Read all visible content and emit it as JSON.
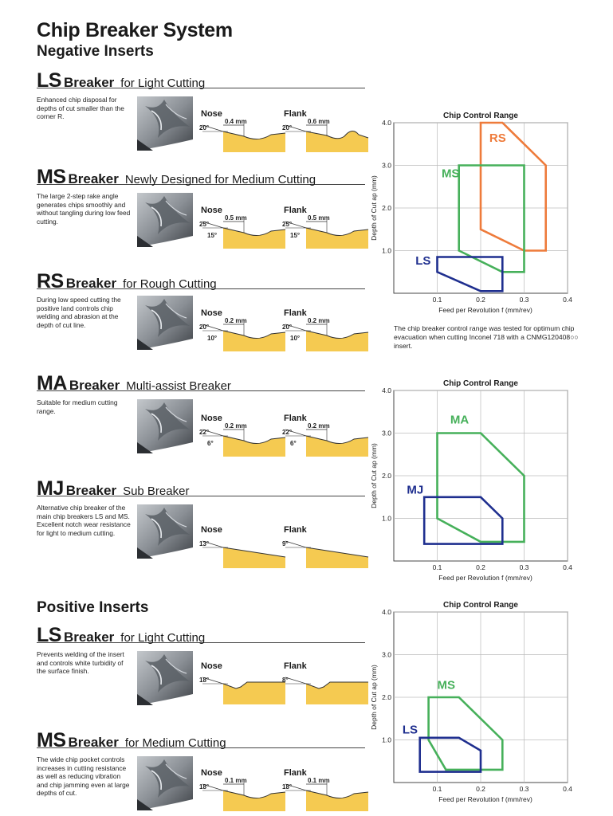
{
  "page": {
    "title": "Chip Breaker System",
    "negative_title": "Negative Inserts",
    "positive_title": "Positive Inserts",
    "breaker_word": "Breaker",
    "nose_label": "Nose",
    "flank_label": "Flank"
  },
  "breakers": [
    {
      "code": "LS",
      "subtitle": "for Light Cutting",
      "description": "Enhanced chip disposal for depths of cut smaller than the corner R.",
      "nose": {
        "angle1": "20°",
        "angle2": "",
        "land": "0.4 mm"
      },
      "flank": {
        "angle1": "20°",
        "angle2": "",
        "land": "0.6 mm"
      }
    },
    {
      "code": "MS",
      "subtitle": "Newly Designed for Medium Cutting",
      "description": "The large 2-step rake angle generates chips smoothly and without tangling during low feed cutting.",
      "nose": {
        "angle1": "25°",
        "angle2": "15°",
        "land": "0.5 mm"
      },
      "flank": {
        "angle1": "25°",
        "angle2": "15°",
        "land": "0.5 mm"
      }
    },
    {
      "code": "RS",
      "subtitle": "for Rough Cutting",
      "description": "During low speed cutting the positive land controls chip welding and abrasion at the depth of cut line.",
      "nose": {
        "angle1": "20°",
        "angle2": "10°",
        "land": "0.2 mm"
      },
      "flank": {
        "angle1": "20°",
        "angle2": "10°",
        "land": "0.2 mm"
      }
    },
    {
      "code": "MA",
      "subtitle": "Multi-assist Breaker",
      "description": "Suitable for medium cutting range.",
      "nose": {
        "angle1": "22°",
        "angle2": "6°",
        "land": "0.2 mm"
      },
      "flank": {
        "angle1": "22°",
        "angle2": "6°",
        "land": "0.2 mm"
      }
    },
    {
      "code": "MJ",
      "subtitle": "Sub Breaker",
      "description": "Alternative chip breaker of the main chip breakers LS and MS. Excellent notch wear resistance for light to medium cutting.",
      "nose": {
        "angle1": "13°",
        "angle2": "",
        "land": ""
      },
      "flank": {
        "angle1": "9°",
        "angle2": "",
        "land": ""
      }
    },
    {
      "code": "LS",
      "subtitle": "for Light Cutting",
      "description": "Prevents welding of the insert and controls white turbidity of the surface finish.",
      "nose": {
        "angle1": "18°",
        "angle2": "",
        "land": ""
      },
      "flank": {
        "angle1": "8°",
        "angle2": "",
        "land": ""
      }
    },
    {
      "code": "MS",
      "subtitle": "for Medium Cutting",
      "description": "The wide chip pocket controls increases in cutting resistance as well as reducing vibration and chip jamming even at large depths of cut.",
      "nose": {
        "angle1": "18°",
        "angle2": "",
        "land": "0.1 mm"
      },
      "flank": {
        "angle1": "18°",
        "angle2": "",
        "land": "0.1 mm"
      }
    }
  ],
  "note": "The chip breaker control range was tested for optimum chip evacuation when cutting Inconel 718 with a CNMG120408○○ insert.",
  "colors": {
    "LS": "#1f2f8f",
    "MS": "#46b05a",
    "RS": "#ee7b3b",
    "MA": "#46b05a",
    "MJ": "#1f2f8f",
    "yellow": "#f4c542"
  },
  "chart_data": [
    {
      "type": "area",
      "title": "Chip Control Range",
      "xlabel": "Feed per Revolution f (mm/rev)",
      "ylabel": "Depth of Cut ap (mm)",
      "xlim": [
        0,
        0.4
      ],
      "ylim": [
        0,
        4.0
      ],
      "xticks": [
        "0.1",
        "0.2",
        "0.3",
        "0.4"
      ],
      "yticks": [
        "1.0",
        "2.0",
        "3.0",
        "4.0"
      ],
      "grid": true,
      "series": [
        {
          "name": "RS",
          "color": "#ee7b3b",
          "points": [
            [
              0.2,
              1.5
            ],
            [
              0.2,
              4.0
            ],
            [
              0.25,
              4.0
            ],
            [
              0.35,
              3.0
            ],
            [
              0.35,
              1.0
            ],
            [
              0.3,
              1.0
            ]
          ]
        },
        {
          "name": "MS",
          "color": "#46b05a",
          "points": [
            [
              0.15,
              1.0
            ],
            [
              0.15,
              3.0
            ],
            [
              0.3,
              3.0
            ],
            [
              0.3,
              0.5
            ],
            [
              0.25,
              0.5
            ]
          ]
        },
        {
          "name": "LS",
          "color": "#1f2f8f",
          "points": [
            [
              0.1,
              0.5
            ],
            [
              0.1,
              0.85
            ],
            [
              0.25,
              0.85
            ],
            [
              0.25,
              0.05
            ],
            [
              0.2,
              0.05
            ]
          ]
        }
      ]
    },
    {
      "type": "area",
      "title": "Chip Control Range",
      "xlabel": "Feed per Revolution f (mm/rev)",
      "ylabel": "Depth of Cut ap (mm)",
      "xlim": [
        0,
        0.4
      ],
      "ylim": [
        0,
        4.0
      ],
      "xticks": [
        "0.1",
        "0.2",
        "0.3",
        "0.4"
      ],
      "yticks": [
        "1.0",
        "2.0",
        "3.0",
        "4.0"
      ],
      "grid": true,
      "series": [
        {
          "name": "MA",
          "color": "#46b05a",
          "points": [
            [
              0.1,
              1.0
            ],
            [
              0.1,
              3.0
            ],
            [
              0.2,
              3.0
            ],
            [
              0.3,
              2.0
            ],
            [
              0.3,
              0.45
            ],
            [
              0.2,
              0.45
            ]
          ]
        },
        {
          "name": "MJ",
          "color": "#1f2f8f",
          "points": [
            [
              0.07,
              0.4
            ],
            [
              0.07,
              1.5
            ],
            [
              0.2,
              1.5
            ],
            [
              0.25,
              1.0
            ],
            [
              0.25,
              0.4
            ]
          ]
        }
      ]
    },
    {
      "type": "area",
      "title": "Chip Control Range",
      "xlabel": "Feed per Revolution f (mm/rev)",
      "ylabel": "Depth of Cut ap (mm)",
      "xlim": [
        0,
        0.4
      ],
      "ylim": [
        0,
        4.0
      ],
      "xticks": [
        "0.1",
        "0.2",
        "0.3",
        "0.4"
      ],
      "yticks": [
        "1.0",
        "2.0",
        "3.0",
        "4.0"
      ],
      "grid": true,
      "series": [
        {
          "name": "MS",
          "color": "#46b05a",
          "points": [
            [
              0.08,
              1.0
            ],
            [
              0.08,
              2.0
            ],
            [
              0.15,
              2.0
            ],
            [
              0.25,
              1.0
            ],
            [
              0.25,
              0.3
            ],
            [
              0.12,
              0.3
            ]
          ]
        },
        {
          "name": "LS",
          "color": "#1f2f8f",
          "points": [
            [
              0.06,
              0.25
            ],
            [
              0.06,
              1.05
            ],
            [
              0.15,
              1.05
            ],
            [
              0.2,
              0.75
            ],
            [
              0.2,
              0.25
            ]
          ]
        }
      ]
    }
  ]
}
